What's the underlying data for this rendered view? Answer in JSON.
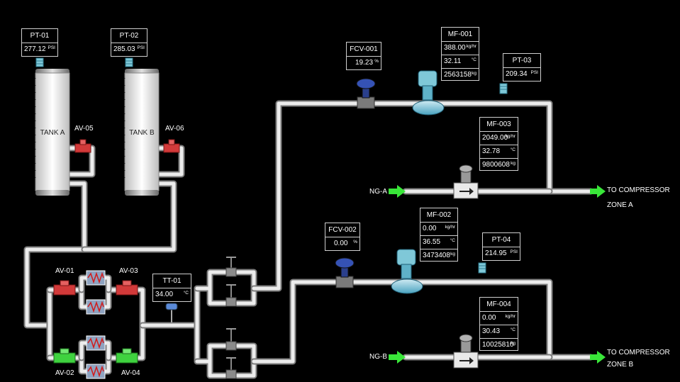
{
  "tanks": [
    {
      "label": "TANK A"
    },
    {
      "label": "TANK B"
    }
  ],
  "valves": {
    "av01": "AV-01",
    "av02": "AV-02",
    "av03": "AV-03",
    "av04": "AV-04",
    "av05": "AV-05",
    "av06": "AV-06"
  },
  "pt01": {
    "tag": "PT-01",
    "value": "277.12",
    "unit": "PSI"
  },
  "pt02": {
    "tag": "PT-02",
    "value": "285.03",
    "unit": "PSI"
  },
  "pt03": {
    "tag": "PT-03",
    "value": "209.34",
    "unit": "PSI"
  },
  "pt04": {
    "tag": "PT-04",
    "value": "214.95",
    "unit": "PSI"
  },
  "tt01": {
    "tag": "TT-01",
    "value": "34.00",
    "unit": "°C"
  },
  "fcv001": {
    "tag": "FCV-001",
    "value": "19.23",
    "unit": "%"
  },
  "fcv002": {
    "tag": "FCV-002",
    "value": "0.00",
    "unit": "%"
  },
  "mf001": {
    "tag": "MF-001",
    "flow": "388.00",
    "flow_unit": "kg/hr",
    "temp": "32.11",
    "temp_unit": "°C",
    "total": "2563158",
    "total_unit": "kg"
  },
  "mf002": {
    "tag": "MF-002",
    "flow": "0.00",
    "flow_unit": "kg/hr",
    "temp": "36.55",
    "temp_unit": "°C",
    "total": "3473408",
    "total_unit": "kg"
  },
  "mf003": {
    "tag": "MF-003",
    "flow": "2049.00",
    "flow_unit": "kg/hr",
    "temp": "32.78",
    "temp_unit": "°C",
    "total": "9800608",
    "total_unit": "kg"
  },
  "mf004": {
    "tag": "MF-004",
    "flow": "0.00",
    "flow_unit": "kg/hr",
    "temp": "30.43",
    "temp_unit": "°C",
    "total": "10025810",
    "total_unit": "kg"
  },
  "inlets": {
    "nga": "NG-A",
    "ngb": "NG-B"
  },
  "outlets": {
    "a_line1": "TO COMPRESSOR",
    "a_line2": "ZONE A",
    "b_line1": "TO COMPRESSOR",
    "b_line2": "ZONE B"
  },
  "colors": {
    "pipe": "#ececec",
    "valve_open": "#3fd23f",
    "valve_closed": "#d23a3a",
    "instrument": "#7fc8d8",
    "arrow": "#39e639"
  }
}
